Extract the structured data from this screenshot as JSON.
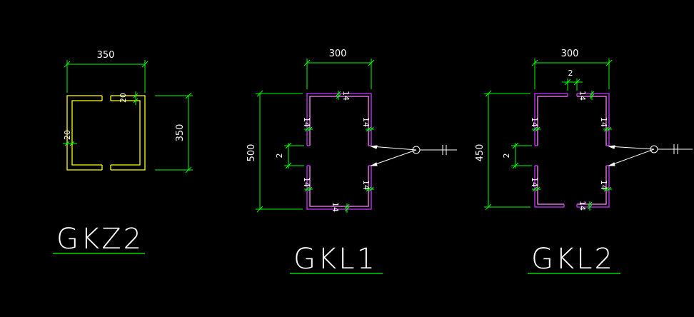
{
  "colors": {
    "background": "#000000",
    "dimension": "#00ff00",
    "text": "#ffffff",
    "gkz2_section": "#ffff00",
    "gkl_section_outer": "#cc33ff",
    "gkl_section_inner": "#ff88ff"
  },
  "gkz2": {
    "title": "GKZ2",
    "width_label": "350",
    "height_label": "350",
    "thickness_label_left": "20",
    "thickness_label_right": "20"
  },
  "gkl1": {
    "title": "GKL1",
    "width_label": "300",
    "height_label": "500",
    "gap_label": "2",
    "t_top": "14",
    "t_upper_left": "14",
    "t_upper_right": "14",
    "t_lower_left": "14",
    "t_lower_right": "14",
    "t_bottom": "14"
  },
  "gkl2": {
    "title": "GKL2",
    "width_label": "300",
    "height_label": "450",
    "gap_label": "2",
    "top_gap_label": "2",
    "t_top": "14",
    "t_upper_left": "14",
    "t_upper_right": "14",
    "t_lower_left": "14",
    "t_lower_right": "14",
    "t_bottom": "14"
  }
}
